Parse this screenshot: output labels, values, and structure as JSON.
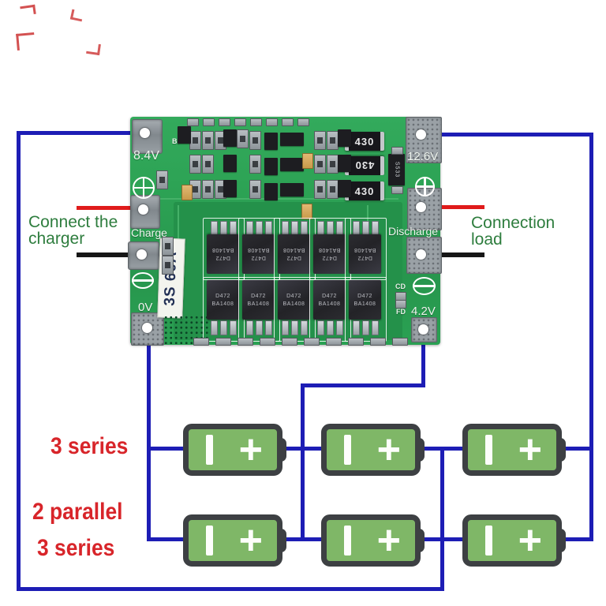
{
  "board": {
    "labels": {
      "v84": "8.4V",
      "v126": "12.6V",
      "charge": "Charge",
      "discharge": "Discharge",
      "v0": "0V",
      "v42": "4.2V",
      "bf": "BF",
      "cd": "CD",
      "fd": "FD",
      "model": "3S 60A",
      "resistor": "430",
      "ic": "S533",
      "mosfet_line1": "D472",
      "mosfet_line2": "BA1408"
    }
  },
  "annotations": {
    "left_line1": "Connect the",
    "left_line2": "charger",
    "right_line1": "Connection",
    "right_line2": "load",
    "row1_label": "3 series",
    "row2_label_line1": "2 parallel",
    "row2_label_line2": "3 series"
  },
  "battery": {
    "minus_glyph": "I",
    "plus_glyph": "+"
  },
  "colors": {
    "wire_blue": "#1d1db5",
    "wire_red": "#e01b1b",
    "wire_black": "#161616",
    "pcb_green": "#2da355",
    "battery_green": "#7fb767",
    "label_red": "#d8252a",
    "annotation_green": "#2e7d3e"
  }
}
